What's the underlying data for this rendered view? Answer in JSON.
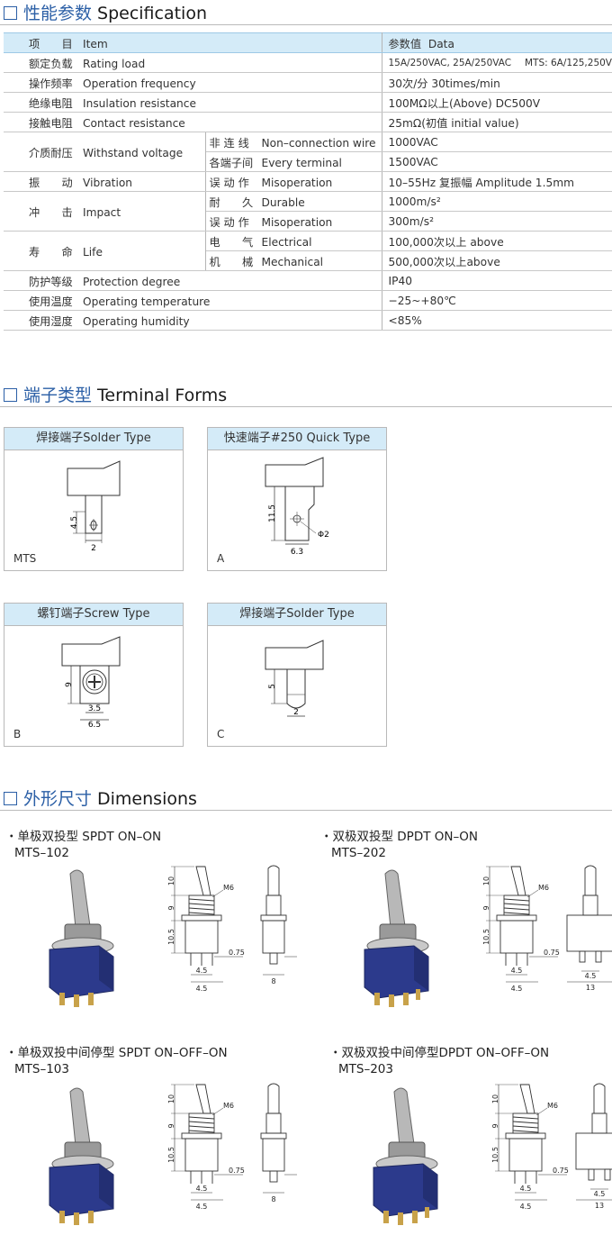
{
  "sections": {
    "spec": {
      "zh": "性能参数",
      "en": "Specification"
    },
    "terminal": {
      "zh": "端子类型",
      "en": "Terminal Forms"
    },
    "dimensions": {
      "zh": "外形尺寸",
      "en": "Dimensions"
    }
  },
  "spec_table": {
    "header": {
      "item_zh": "项　　目",
      "item_en": "Item",
      "data_zh": "参数值",
      "data_en": "Data"
    },
    "rating_load": {
      "zh": "额定负载",
      "en": "Rating load",
      "value": "15A/250VAC, 25A/250VAC",
      "value2": "MTS: 6A/125,250V"
    },
    "operation_frequency": {
      "zh": "操作频率",
      "en": "Operation frequency",
      "value": "30次/分 30times/min"
    },
    "insulation_resistance": {
      "zh": "绝缘电阻",
      "en": "Insulation resistance",
      "value": "100MΩ以上(Above) DC500V"
    },
    "contact_resistance": {
      "zh": "接触电阻",
      "en": "Contact resistance",
      "value": "25mΩ(初值 initial value)"
    },
    "withstand_voltage": {
      "zh": "介质耐压",
      "en": "Withstand voltage",
      "sub1_zh": "非 连 线",
      "sub1_en": "Non–connection wire",
      "value1": "1000VAC",
      "sub2_zh": "各端子间",
      "sub2_en": "Every terminal",
      "value2": "1500VAC"
    },
    "vibration": {
      "zh": "振　　动",
      "en": "Vibration",
      "sub_zh": "误 动 作",
      "sub_en": "Misoperation",
      "value": "10–55Hz  复振幅  Amplitude 1.5mm"
    },
    "impact": {
      "zh": "冲　　击",
      "en": "Impact",
      "sub1_zh": "耐　　久",
      "sub1_en": "Durable",
      "value1": "1000m/s²",
      "sub2_zh": "误 动 作",
      "sub2_en": "Misoperation",
      "value2": "300m/s²"
    },
    "life": {
      "zh": "寿　　命",
      "en": "Life",
      "sub1_zh": "电　　气",
      "sub1_en": "Electrical",
      "value1": "100,000次以上 above",
      "sub2_zh": "机　　械",
      "sub2_en": "Mechanical",
      "value2": "500,000次以上above"
    },
    "protection_degree": {
      "zh": "防护等级",
      "en": "Protection degree",
      "value": "IP40"
    },
    "operating_temperature": {
      "zh": "使用温度",
      "en": "Operating temperature",
      "value": "−25~+80℃"
    },
    "operating_humidity": {
      "zh": "使用湿度",
      "en": "Operating humidity",
      "value": "<85%"
    }
  },
  "terminals": {
    "solder_mts": {
      "title": "焊接端子Solder Type",
      "tag": "MTS",
      "dim_h": "4.5",
      "dim_w": "2"
    },
    "quick_a": {
      "title": "快速端子#250 Quick Type",
      "tag": "A",
      "dim_h": "11.5",
      "dim_w": "6.3",
      "dim_hole": "Φ2"
    },
    "screw_b": {
      "title": "螺钉端子Screw Type",
      "tag": "B",
      "dim_h": "9",
      "dim_w1": "3.5",
      "dim_w2": "6.5"
    },
    "solder_c": {
      "title": "焊接端子Solder Type",
      "tag": "C",
      "dim_h": "5",
      "dim_w": "2"
    }
  },
  "products": [
    {
      "line1": "・单极双投型 SPDT  ON–ON",
      "model": "MTS–102"
    },
    {
      "line1": "・双极双投型 DPDT  ON–ON",
      "model": "MTS–202"
    },
    {
      "line1": "・单极双投中间停型 SPDT  ON–OFF–ON",
      "model": "MTS–103"
    },
    {
      "line1": "・双极双投中间停型DPDT  ON–OFF–ON",
      "model": "MTS–203"
    }
  ],
  "drawing_labels": {
    "d10": "10",
    "d9": "9",
    "d10_5": "10.5",
    "m6": "M6",
    "d4_5": "4.5",
    "d0_75": "0.75",
    "d8": "8",
    "d2": "2",
    "d13": "13"
  },
  "colors": {
    "accent": "#2b5fa6",
    "header_bg": "#d4ebf8",
    "switch_body": "#2c3a8c"
  }
}
